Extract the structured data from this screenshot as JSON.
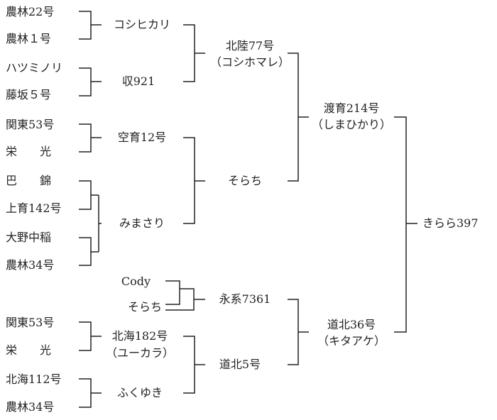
{
  "gen4": [
    "農林22号",
    "農林１号",
    "ハツミノリ",
    "藤坂５号",
    "関東53号",
    "栄　　光",
    "巴　　錦",
    "上育142号",
    "大野中稲",
    "農林34号",
    "関東53号",
    "栄　　光",
    "北海112号",
    "農林34号"
  ],
  "gen3": {
    "koshihikari": "コシヒカリ",
    "shu921": "収921",
    "kuiku12": "空育12号",
    "mimasari": "みまさり",
    "cody": "Cody",
    "sorachi_small": "そらち",
    "hokkai182": "北海182号",
    "hokkai182_sub": "（ユーカラ）",
    "fukuyuki": "ふくゆき"
  },
  "gen2": {
    "hokuriku77": "北陸77号",
    "hokuriku77_sub": "（コシホマレ）",
    "sorachi": "そらち",
    "eikei7361": "永系7361",
    "dohoku5": "道北5号"
  },
  "gen1": {
    "toiku214": "渡育214号",
    "toiku214_sub": "（しまひかり）",
    "dohoku36": "道北36号",
    "dohoku36_sub": "（キタアケ）"
  },
  "root": "きらら397"
}
